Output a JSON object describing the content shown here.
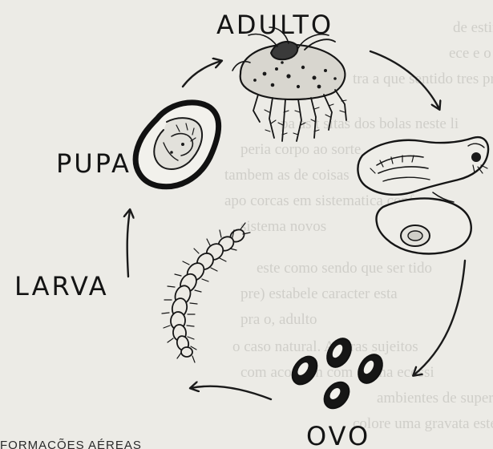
{
  "diagram": {
    "stages": {
      "adult": "ADULTO",
      "pupa": "PUPA",
      "larva": "LARVA",
      "egg": "OVO"
    },
    "caption": "FORMAÇÕES AÉREAS",
    "bleed_lines": [
      "de estimulada, de bloco pecage do",
      "ece e o corpo sobre recondu sor",
      "tra a que sentido tres process",
      "pa as t      sitas dos bolas neste li",
      "peria corpo ao sorte",
      "tambem as de coisas",
      "apo corcas em sistematica conforme",
      "sistema novos",
      "este como sendo que ser tido",
      "pre) estabele caracter esta",
      "pra o, adulto",
      "o caso natural. Alteras sujeitos",
      "com acordam com forma ecossi",
      "ambientes de superficie",
      "colore uma gravata esterior"
    ]
  }
}
